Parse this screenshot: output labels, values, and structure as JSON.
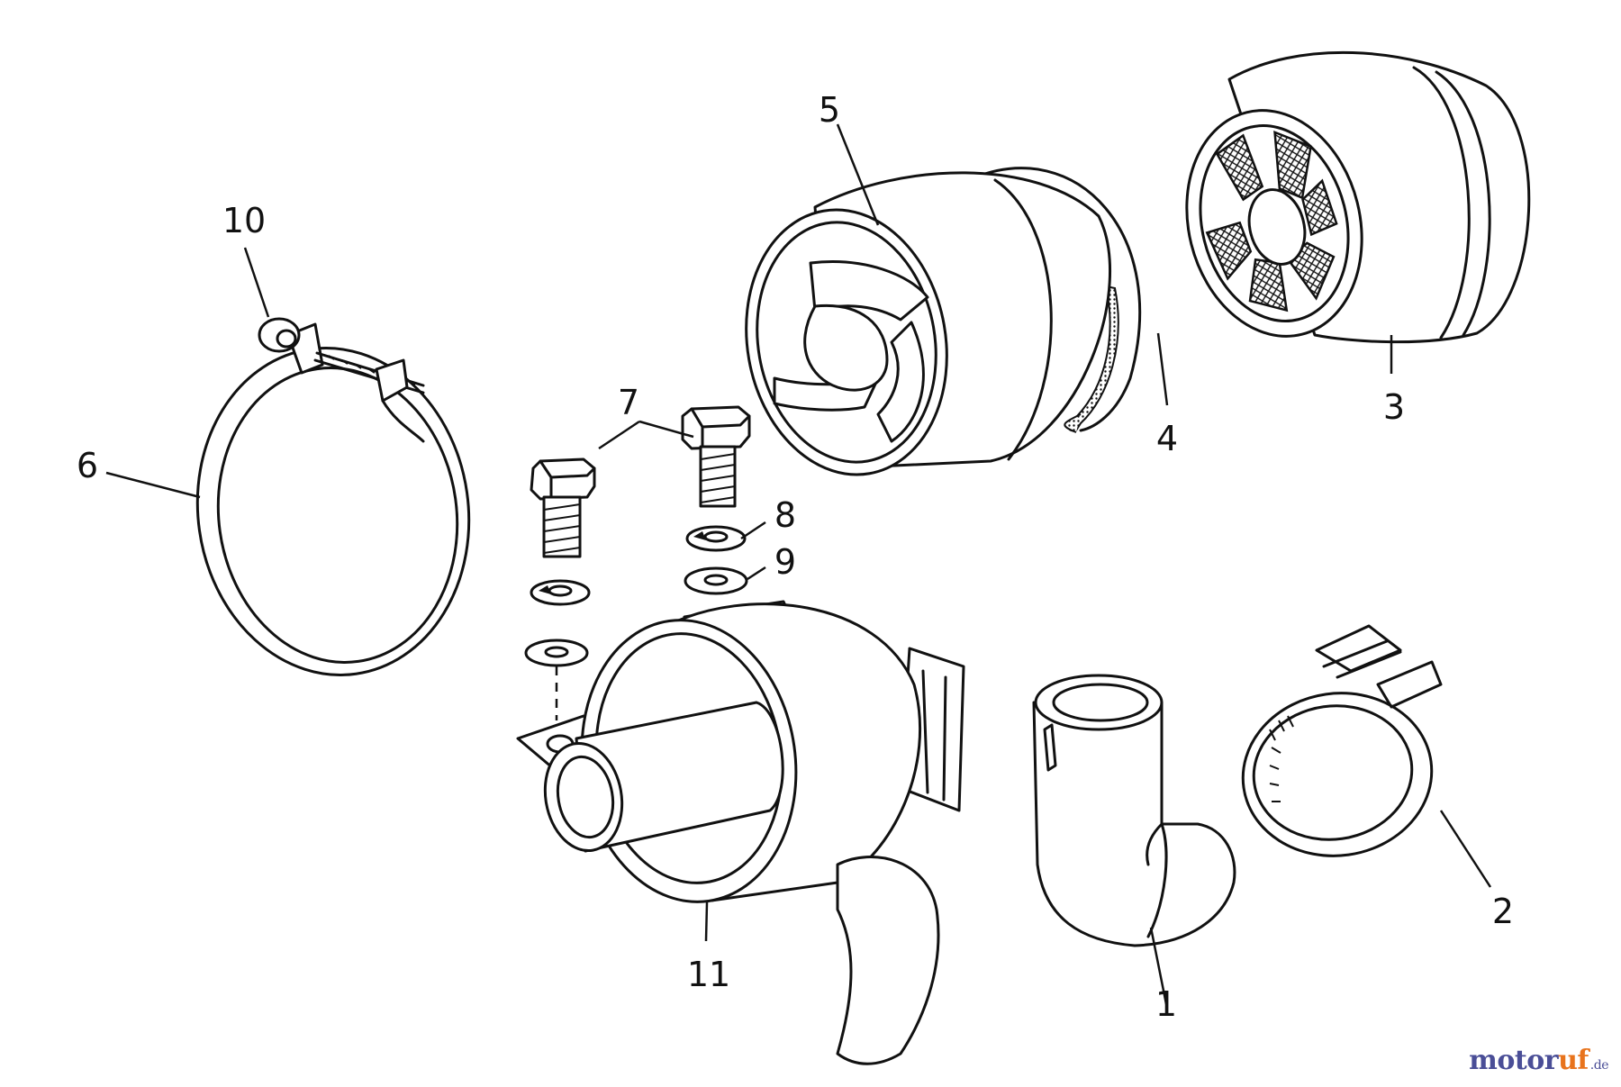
{
  "labels": [
    "1",
    "2",
    "3",
    "4",
    "5",
    "6",
    "7",
    "8",
    "9",
    "10",
    "11"
  ],
  "watermark": {
    "main": "motor",
    "accent": "uf",
    "tld": ".de"
  },
  "colors": {
    "ink": "#111111",
    "background": "#ffffff",
    "brand": "#4a4e97",
    "brand_accent": "#e8731c"
  }
}
